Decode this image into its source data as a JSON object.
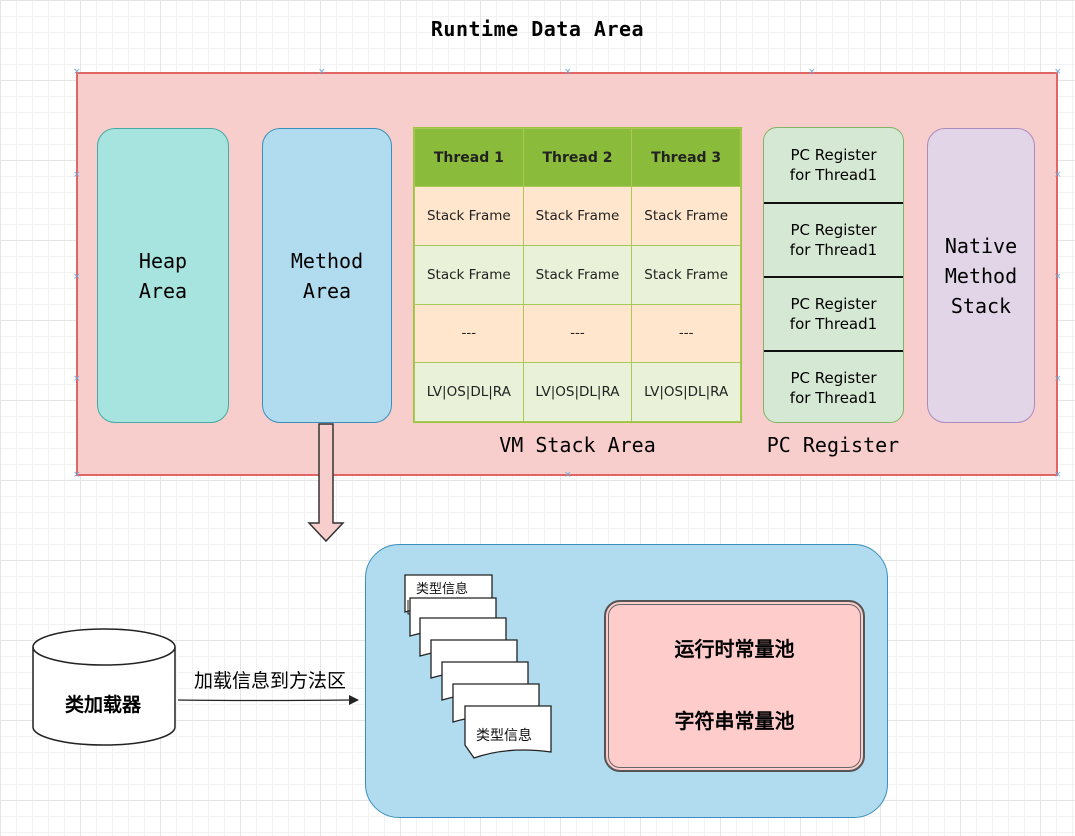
{
  "title": "Runtime Data Area",
  "heap_area": "Heap\nArea",
  "method_area": "Method\nArea",
  "native_method_stack": "Native\nMethod\nStack",
  "vm_stack": {
    "label": "VM Stack Area",
    "headers": [
      "Thread 1",
      "Thread 2",
      "Thread 3"
    ],
    "rows": [
      [
        "Stack Frame",
        "Stack Frame",
        "Stack Frame"
      ],
      [
        "Stack Frame",
        "Stack Frame",
        "Stack Frame"
      ],
      [
        "---",
        "---",
        "---"
      ],
      [
        "LV|OS|DL|RA",
        "LV|OS|DL|RA",
        "LV|OS|DL|RA"
      ]
    ]
  },
  "pc_register": {
    "label": "PC Register",
    "cells": [
      "PC Register\nfor  Thread1",
      "PC Register\nfor  Thread1",
      "PC Register\nfor  Thread1",
      "PC Register\nfor  Thread1"
    ]
  },
  "class_loader": "类加载器",
  "load_info_label": "加载信息到方法区",
  "type_info_docs": {
    "top": "类型信息",
    "bottom": "类型信息"
  },
  "constant_pools": {
    "runtime": "运行时常量池",
    "string": "字符串常量池"
  },
  "colors": {
    "runtime_area_fill": "#f8cecc",
    "heap_fill": "#a7e4e0",
    "method_fill": "#b1dcef",
    "native_fill": "#e1d5e7",
    "thread_header_fill": "#8bbb3b",
    "pc_fill": "#d5e8d4",
    "pool_fill": "#ffcccc"
  }
}
